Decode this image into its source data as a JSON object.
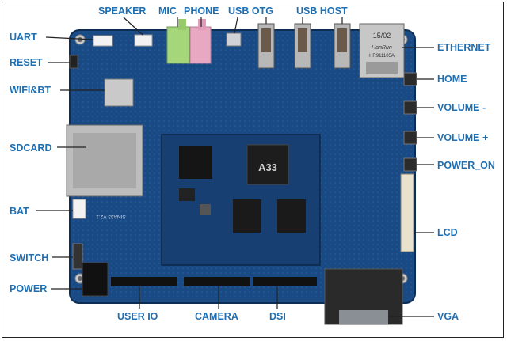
{
  "labels": {
    "uart": "UART",
    "speaker": "SPEAKER",
    "mic": "MIC",
    "phone": "PHONE",
    "usb_otg": "USB OTG",
    "usb_host": "USB HOST",
    "ethernet": "ETHERNET",
    "reset": "RESET",
    "wifi_bt": "WIFI&BT",
    "home": "HOME",
    "volume_minus": "VOLUME -",
    "sdcard": "SDCARD",
    "volume_plus": "VOLUME +",
    "power_on": "POWER_ON",
    "bat": "BAT",
    "lcd": "LCD",
    "switch": "SWITCH",
    "power": "POWER",
    "user_io": "USER IO",
    "camera": "CAMERA",
    "dsi": "DSI",
    "vga": "VGA"
  },
  "board_markings": {
    "soc": "A33",
    "eth_chip_date": "15/02",
    "eth_chip_brand": "HanRun",
    "eth_chip_part": "HR911105A",
    "board_name": "SINA33 V2.1"
  },
  "colors": {
    "label_text": "#1f6fb3",
    "pcb": "#1c4c86",
    "pcb_dark": "#14396a",
    "leader_line": "#222222"
  }
}
